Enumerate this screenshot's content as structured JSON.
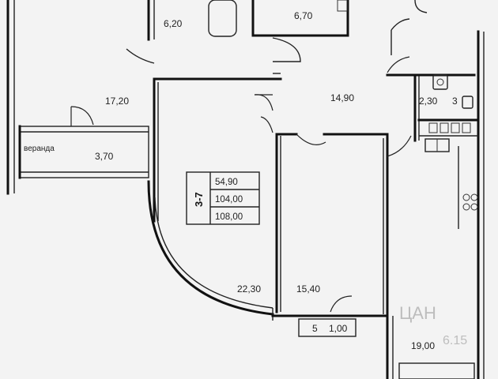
{
  "plan": {
    "rooms": [
      {
        "id": "top-left",
        "area": "6,20"
      },
      {
        "id": "bath-top",
        "area": "6,70"
      },
      {
        "id": "hall-left",
        "area": "17,20"
      },
      {
        "id": "corridor",
        "area": "14,90"
      },
      {
        "id": "wc",
        "area": "2,30"
      },
      {
        "id": "veranda",
        "area": "3,70"
      },
      {
        "id": "living",
        "area": "22,30"
      },
      {
        "id": "bedroom",
        "area": "15,40"
      },
      {
        "id": "balcony-small",
        "area": "1,00"
      },
      {
        "id": "kitchen",
        "area": "19,00"
      }
    ],
    "veranda_label": "веранда",
    "balcony_mark": "5",
    "wc_symbol": "3",
    "apartment": {
      "code": "3-7",
      "living_area": "54,90",
      "total_area": "104,00",
      "total_area_with_balcony": "108,00"
    },
    "watermark_line1": "ЦАН",
    "watermark_line2": "6.15"
  }
}
